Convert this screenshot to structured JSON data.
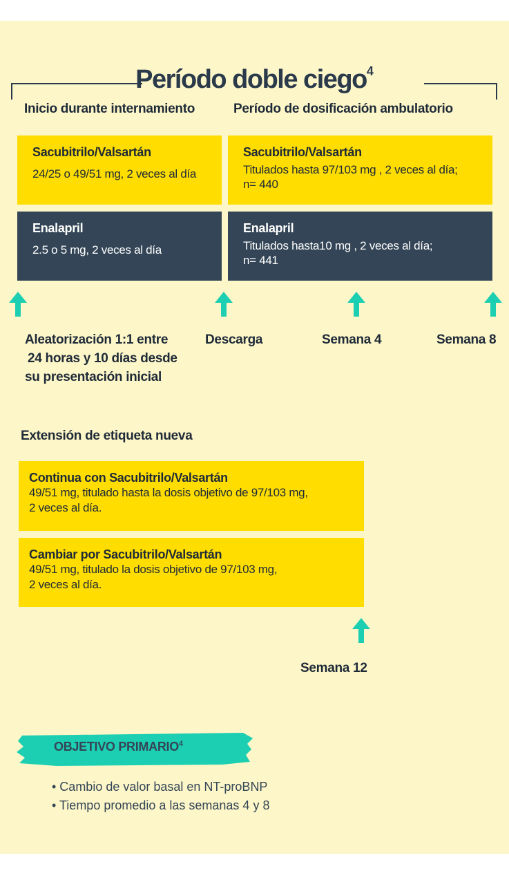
{
  "colors": {
    "background": "#fdf6c8",
    "yellow": "#ffdd00",
    "dark": "#334556",
    "teal": "#1dcfb2",
    "text": "#1e2a38"
  },
  "header": {
    "title": "Período doble ciego",
    "title_sup": "4"
  },
  "phases": {
    "left_label": "Inicio durante internamiento",
    "right_label": "Período de dosificación ambulatorio"
  },
  "boxes": {
    "in_sac": {
      "title": "Sacubitrilo/Valsartán",
      "line1": "24/25 o 49/51 mg, 2 veces al día"
    },
    "out_sac": {
      "title": "Sacubitrilo/Valsartán",
      "line1": "Titulados hasta 97/103  mg , 2 veces al día;",
      "line2": "n= 440"
    },
    "in_ena": {
      "title": "Enalapril",
      "line1": "2.5 o 5 mg, 2 veces al día"
    },
    "out_ena": {
      "title": "Enalapril",
      "line1": "Titulados hasta10  mg , 2 veces al día;",
      "line2": "n= 441"
    }
  },
  "timeline": {
    "randomization": [
      "Aleatorización 1:1 entre",
      "24 horas y 10 días desde",
      "su presentación inicial"
    ],
    "discharge": "Descarga",
    "week4": "Semana 4",
    "week8": "Semana 8",
    "week12": "Semana 12"
  },
  "extension": {
    "label": "Extensión de etiqueta nueva",
    "box1": {
      "title": "Continua con Sacubitrilo/Valsartán",
      "line1": "49/51 mg, titulado hasta la dosis objetivo de 97/103 mg,",
      "line2": "2 veces al día."
    },
    "box2": {
      "title": "Cambiar por Sacubitrilo/Valsartán",
      "line1": "49/51 mg, titulado la dosis objetivo de 97/103 mg,",
      "line2": "2 veces al día."
    }
  },
  "objective": {
    "label": "OBJETIVO PRIMARIO",
    "label_sup": "4",
    "bullets": [
      "• Cambio de valor basal en NT-proBNP",
      "• Tiempo promedio a las semanas 4 y 8"
    ]
  }
}
